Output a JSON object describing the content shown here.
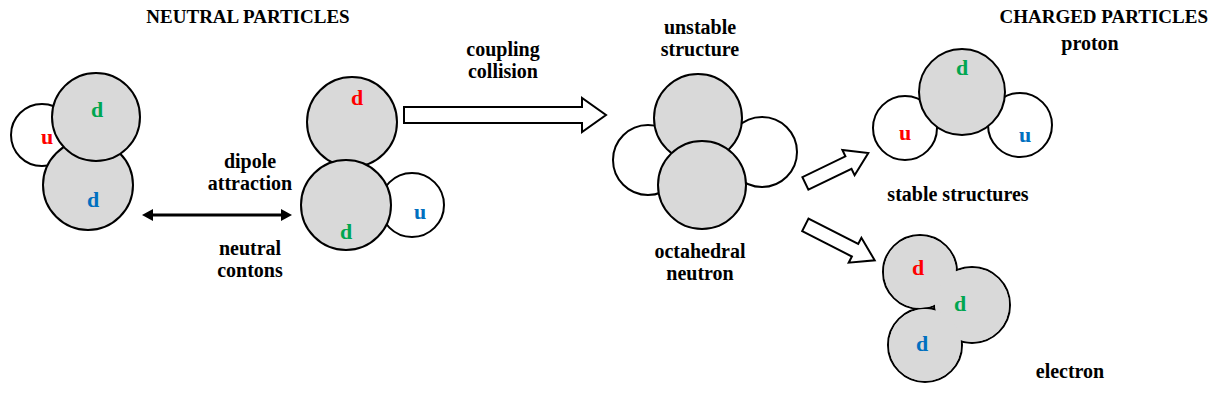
{
  "diagram": {
    "nodes": [
      {
        "text": [
          "u"
        ]
      },
      {
        "text": [
          "d"
        ]
      },
      {
        "text": [
          "d"
        ]
      },
      {
        "text": [
          "d"
        ]
      },
      {
        "text": [
          "u"
        ]
      },
      {
        "text": [
          "d"
        ]
      },
      {
        "text": [
          "unstable structure",
          "octahedral neutron"
        ]
      },
      {
        "text": [
          "proton"
        ]
      },
      {
        "text": [
          "u"
        ],
        "in": 7
      },
      {
        "text": [
          "d"
        ],
        "in": 7
      },
      {
        "text": [
          "u"
        ],
        "in": 7
      },
      {
        "text": [
          "d",
          "d",
          "d",
          "electron"
        ]
      }
    ],
    "edges": [
      {
        "from": 2,
        "to": 5,
        "arrow": "both",
        "label": "dipole attraction"
      },
      {
        "from": 3,
        "to": 6,
        "arrow": "to",
        "label": "coupling collision"
      },
      {
        "from": 6,
        "to": 7,
        "arrow": "to"
      },
      {
        "from": 6,
        "to": 11,
        "arrow": "to"
      }
    ],
    "labels": [
      "NEUTRAL PARTICLES",
      "CHARGED PARTICLES",
      "neutral contons",
      "stable structures"
    ]
  }
}
